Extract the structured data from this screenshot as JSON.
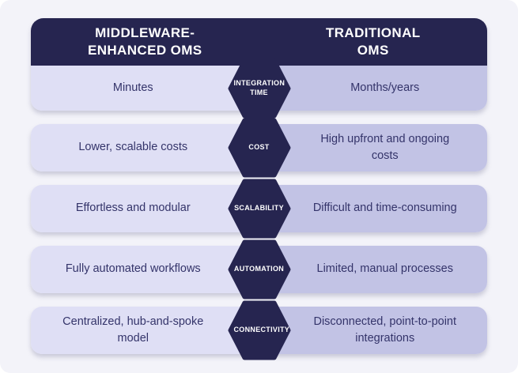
{
  "diagram": {
    "header": {
      "left_title": "MIDDLEWARE-ENHANCED OMS",
      "right_title": "TRADITIONAL OMS"
    },
    "rows": [
      {
        "category": "INTEGRATION TIME",
        "middleware": "Minutes",
        "traditional": "Months/years"
      },
      {
        "category": "COST",
        "middleware": "Lower, scalable costs",
        "traditional": "High upfront and ongoing costs"
      },
      {
        "category": "SCALABILITY",
        "middleware": "Effortless and modular",
        "traditional": "Difficult and time-consuming"
      },
      {
        "category": "AUTOMATION",
        "middleware": "Fully automated workflows",
        "traditional": "Limited, manual processes"
      },
      {
        "category": "CONNECTIVITY",
        "middleware": "Centralized, hub-and-spoke model",
        "traditional": "Disconnected, point-to-point integrations"
      }
    ],
    "colors": {
      "navy": "#262550",
      "left_cell": "#dfdff5",
      "right_cell": "#c2c3e5",
      "canvas_bg": "#f3f3f9",
      "cell_text": "#34346a",
      "header_text": "#ffffff"
    }
  }
}
